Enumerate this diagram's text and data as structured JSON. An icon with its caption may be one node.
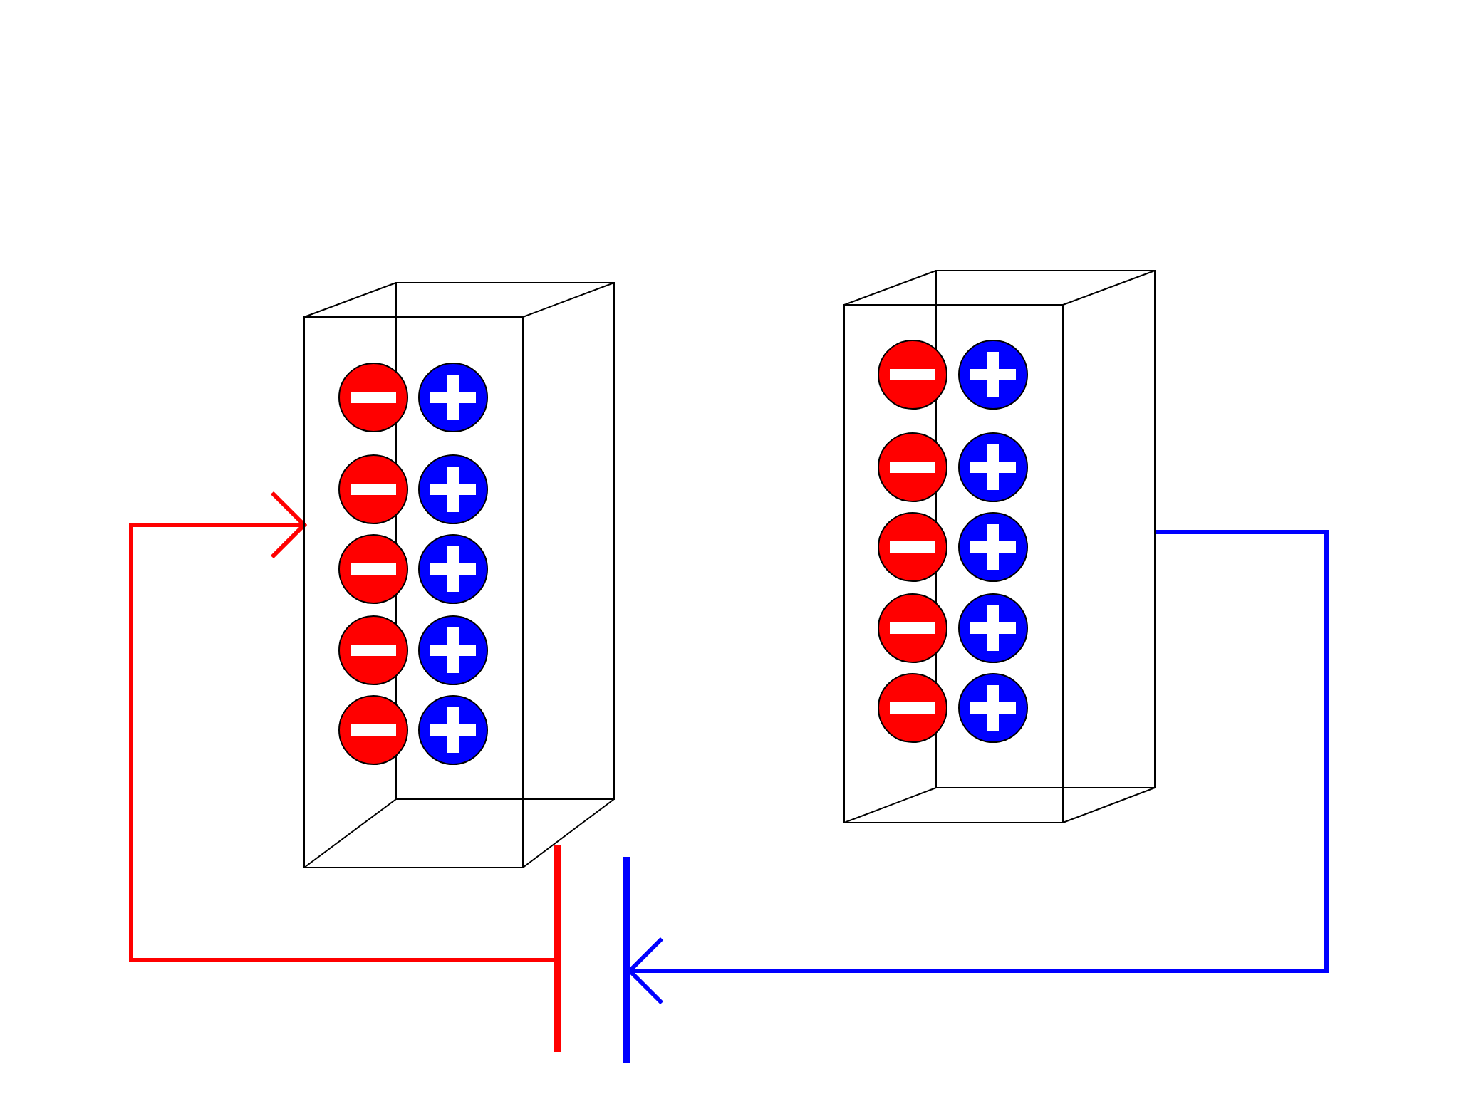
{
  "diagram": {
    "nodes": [
      {
        "text": [],
        "shape": "box"
      },
      {
        "text": [],
        "shape": "box"
      },
      {
        "text": [],
        "shape": "bar"
      },
      {
        "text": [],
        "shape": "bar"
      }
    ],
    "edges": [
      {
        "from": 2,
        "to": 0,
        "arrow": "to",
        "color": "#ff0000"
      },
      {
        "from": 1,
        "to": 3,
        "arrow": "to",
        "color": "#0000ff"
      }
    ]
  }
}
